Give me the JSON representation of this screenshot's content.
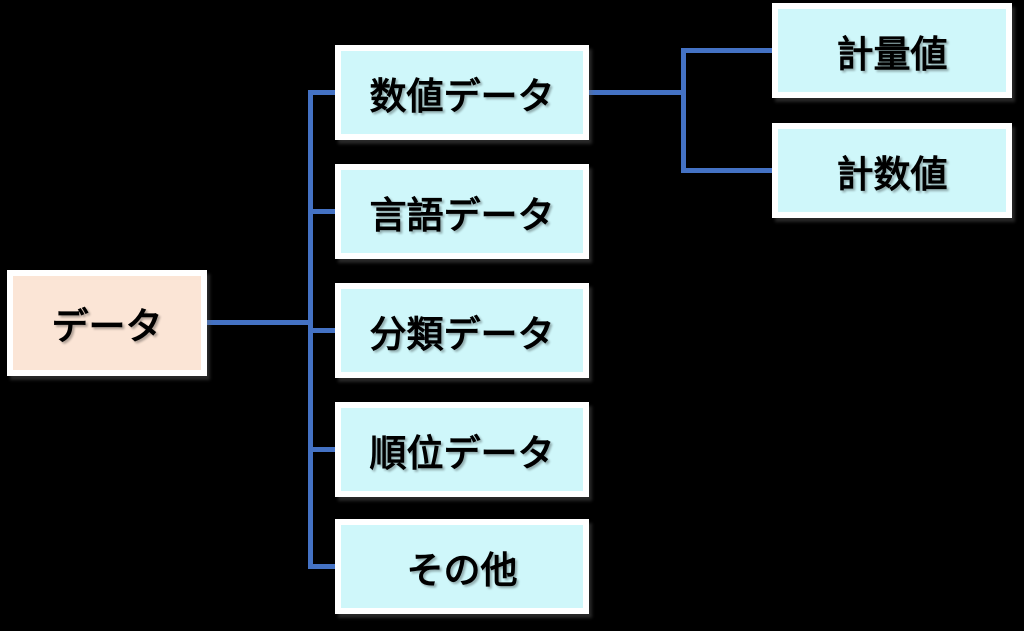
{
  "diagram": {
    "root": {
      "label": "データ"
    },
    "categories": [
      {
        "label": "数値データ"
      },
      {
        "label": "言語データ"
      },
      {
        "label": "分類データ"
      },
      {
        "label": "順位データ"
      },
      {
        "label": "その他"
      }
    ],
    "numeric_children": [
      {
        "label": "計量値"
      },
      {
        "label": "計数値"
      }
    ],
    "colors": {
      "background": "#000000",
      "root_fill": "#FBE5D6",
      "node_fill": "#CFF7FA",
      "node_border": "#FFFFFF",
      "connector": "#4472C4",
      "text": "#000000"
    }
  }
}
